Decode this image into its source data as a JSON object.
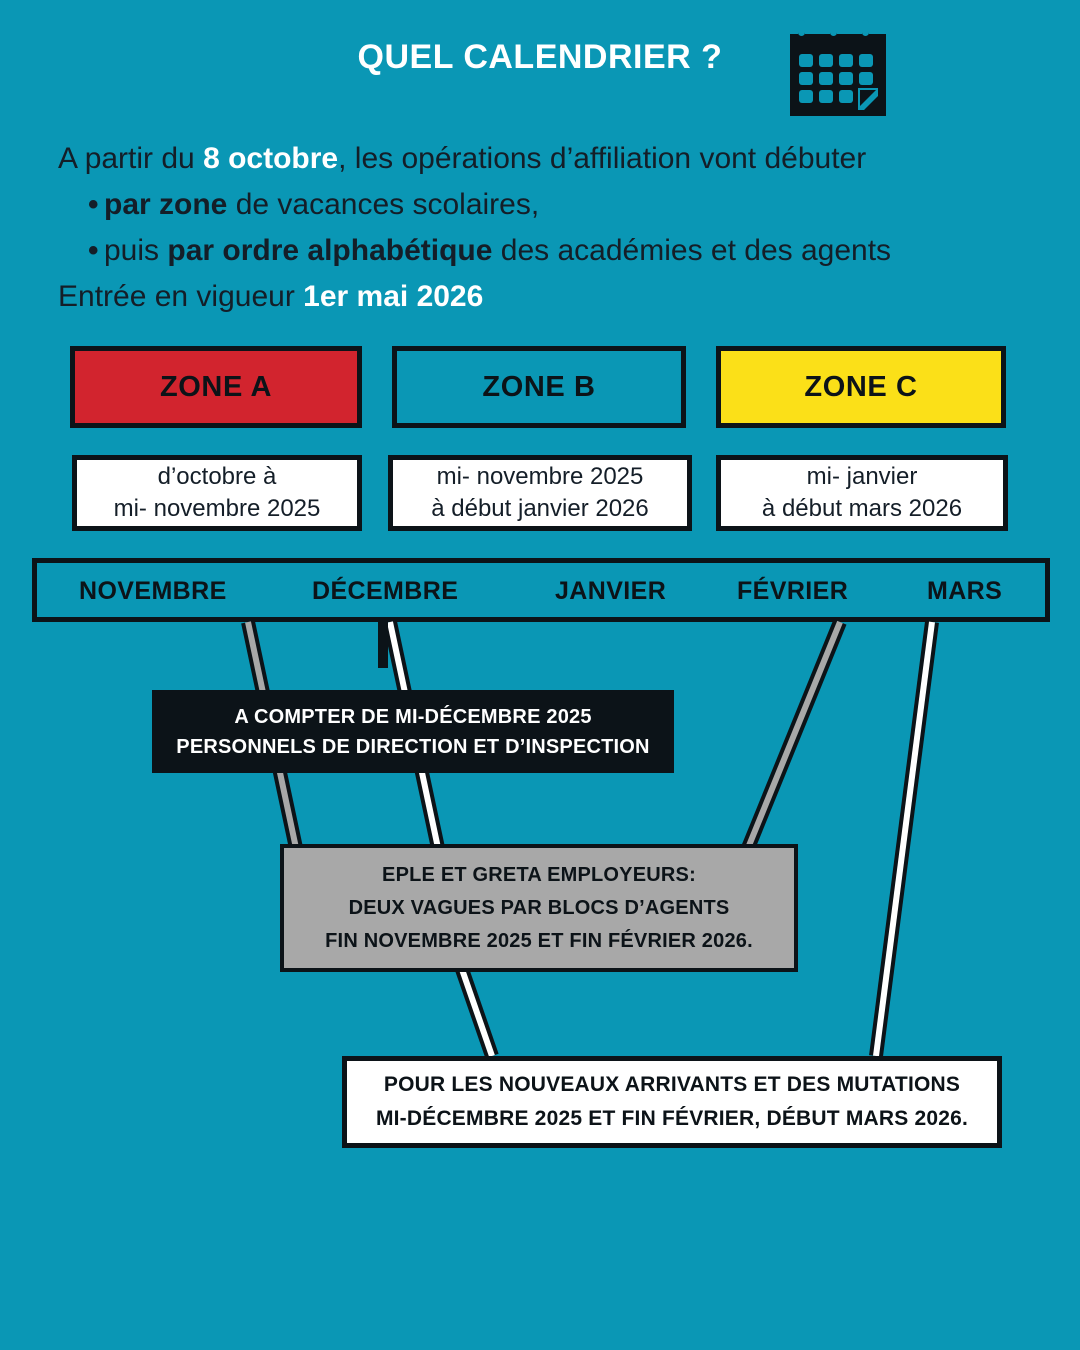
{
  "header": {
    "title": "QUEL CALENDRIER ?",
    "icon": "calendar-icon"
  },
  "intro": {
    "line1_pre": "A partir du ",
    "line1_bold": "8 octobre",
    "line1_post": ", les opérations d’affiliation vont débuter",
    "bullet1_bold": "par zone",
    "bullet1_post": " de vacances scolaires,",
    "bullet2_pre": "puis ",
    "bullet2_bold": "par ordre alphabétique",
    "bullet2_post": " des académies et des agents",
    "line4_pre": "Entrée en vigueur ",
    "line4_bold": "1er mai 2026",
    "bullet_glyph": "•"
  },
  "zones": [
    {
      "label": "ZONE A",
      "color": "#d2242e",
      "period_line1": "d’octobre à",
      "period_line2": "mi- novembre 2025"
    },
    {
      "label": "ZONE B",
      "color": "#0a97b5",
      "period_line1": "mi- novembre 2025",
      "period_line2": "à début janvier 2026"
    },
    {
      "label": "ZONE C",
      "color": "#fbe018",
      "period_line1": "mi- janvier",
      "period_line2": "à début mars 2026"
    }
  ],
  "timeline": {
    "months": [
      "NOVEMBRE",
      "DÉCEMBRE",
      "JANVIER",
      "FÉVRIER",
      "MARS"
    ]
  },
  "callouts": {
    "black": {
      "line1": "A COMPTER DE MI-DÉCEMBRE 2025",
      "line2": "PERSONNELS DE DIRECTION ET D’INSPECTION",
      "background": "#0c1318"
    },
    "gray": {
      "line1": "EPLE ET GRETA EMPLOYEURS:",
      "line2": "DEUX VAGUES PAR BLOCS D’AGENTS",
      "line3": "FIN NOVEMBRE 2025 ET FIN FÉVRIER 2026.",
      "background": "#a8a8a8"
    },
    "white": {
      "line1": "POUR LES NOUVEAUX ARRIVANTS ET DES MUTATIONS",
      "line2": "MI-DÉCEMBRE 2025 ET FIN FÉVRIER, DÉBUT MARS 2026.",
      "background": "#ffffff"
    }
  },
  "theme": {
    "background": "#0a97b5",
    "ink": "#0c1318",
    "text": "#141e28",
    "white": "#ffffff",
    "gray": "#a8a8a8"
  }
}
